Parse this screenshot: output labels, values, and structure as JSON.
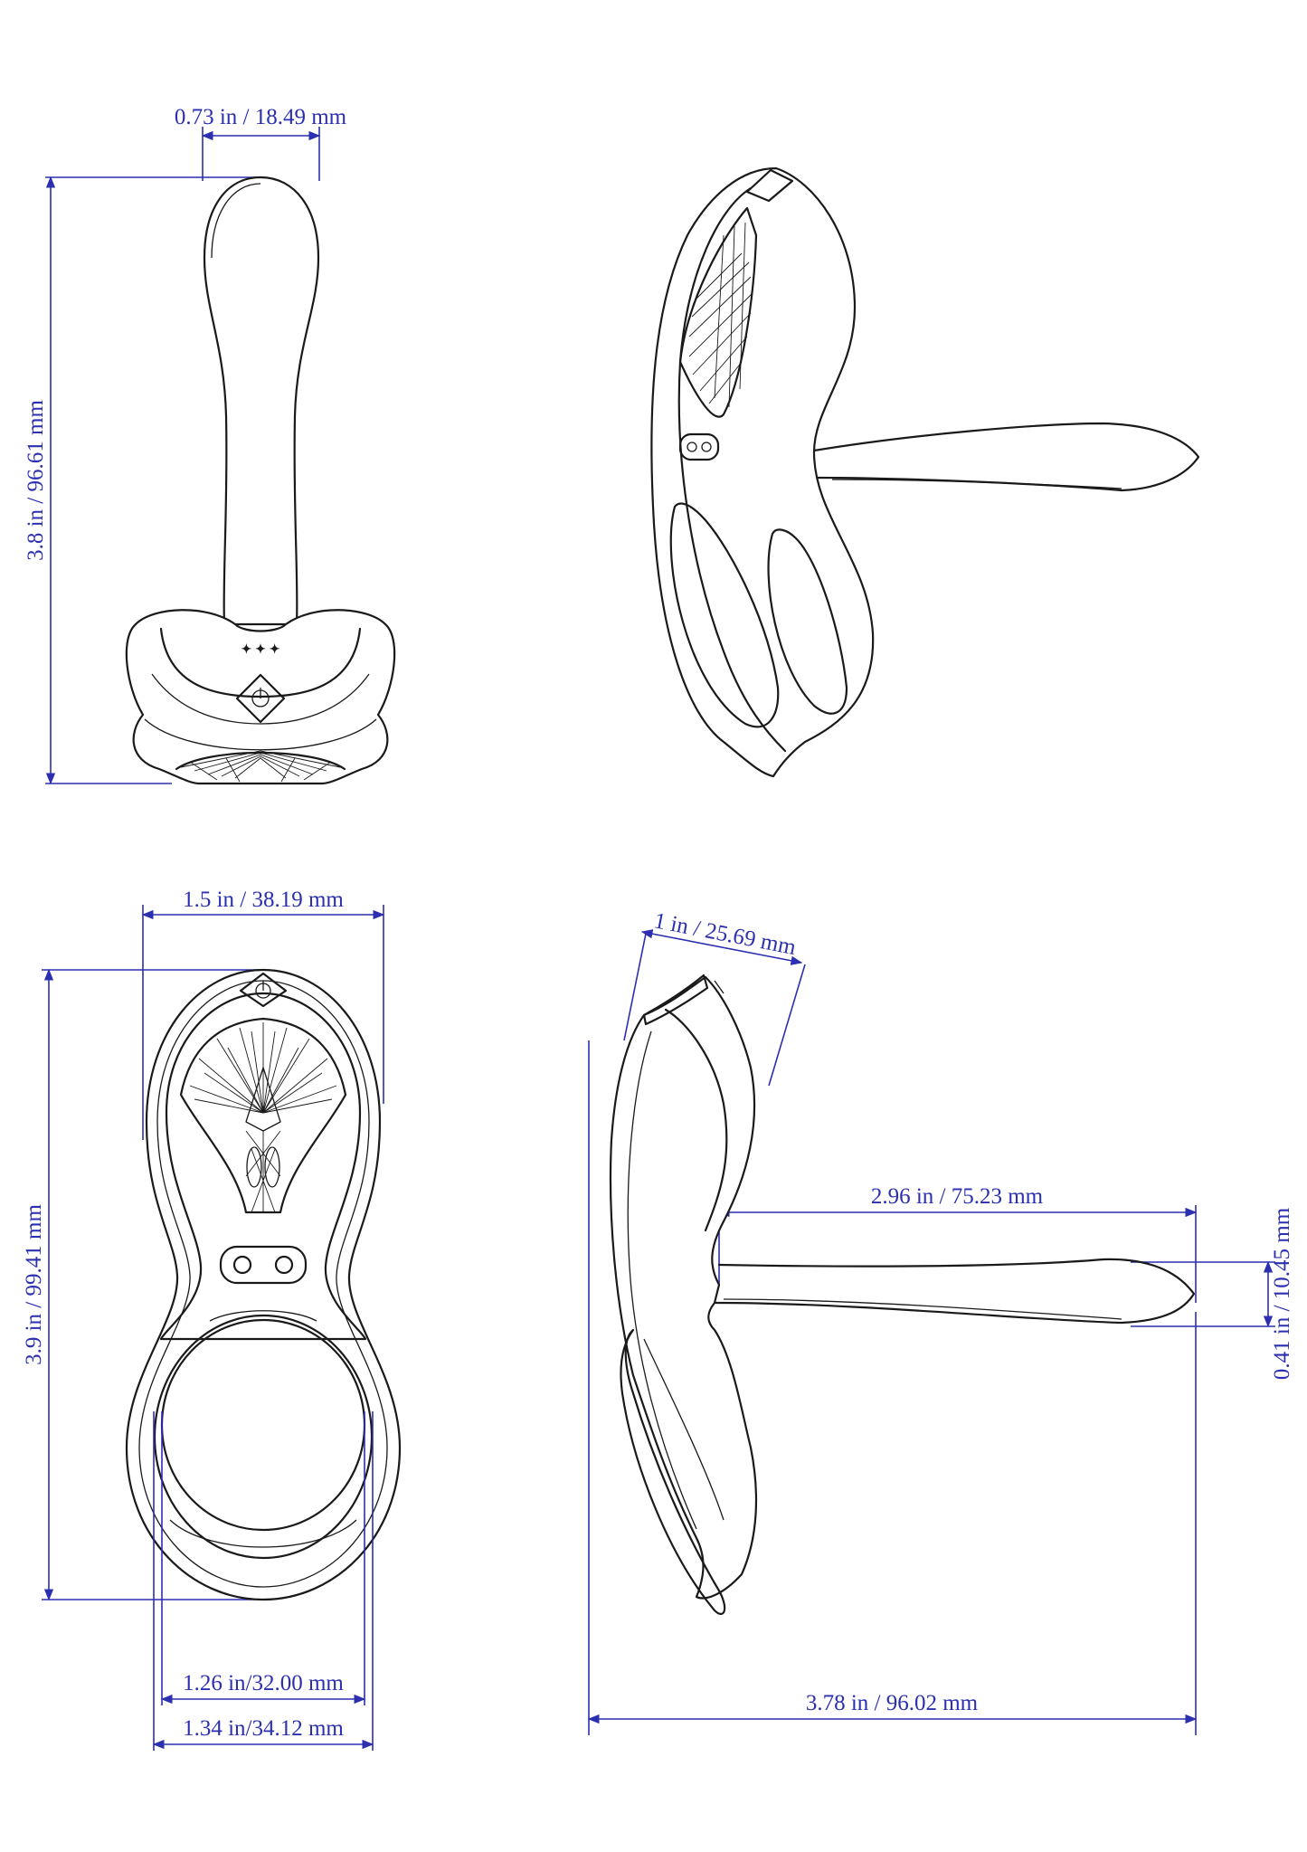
{
  "views": {
    "front": {
      "width_label": "0.73 in / 18.49 mm",
      "height_label": "3.8 in / 96.61 mm"
    },
    "perspective": {},
    "top": {
      "width_label": "1.5 in / 38.19 mm",
      "height_label": "3.9 in / 99.41 mm",
      "inner_ring_label": "1.26 in/32.00 mm",
      "outer_ring_label": "1.34 in/34.12 mm"
    },
    "side": {
      "depth_label": "1 in / 25.69 mm",
      "stem_length_label": "2.96 in / 75.23 mm",
      "stem_thickness_label": "0.41 in / 10.45 mm",
      "total_length_label": "3.78 in / 96.02 mm"
    }
  },
  "colors": {
    "dimension": "#2b2fb0",
    "outline": "#1a1a1a",
    "background": "#ffffff"
  },
  "icons": [
    "power-icon",
    "logo-mark"
  ]
}
